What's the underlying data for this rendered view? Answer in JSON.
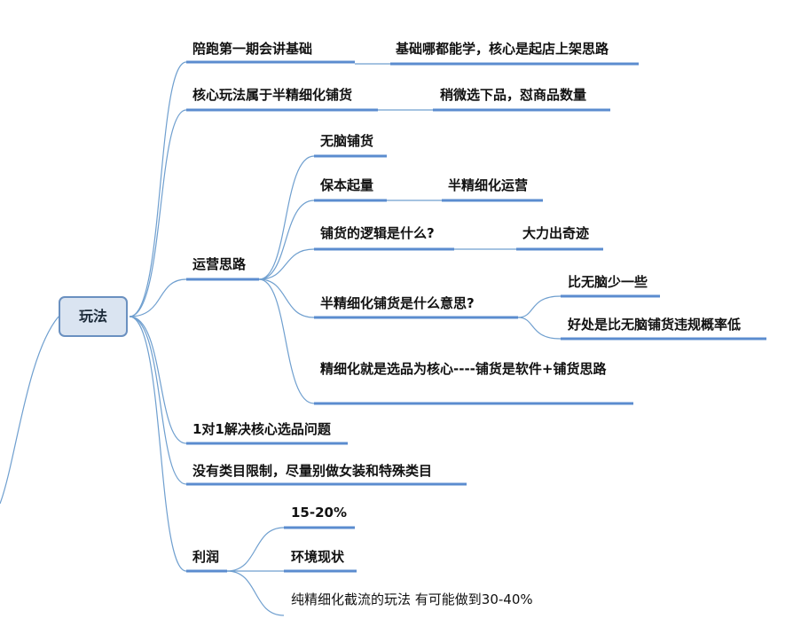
{
  "colors": {
    "branch_line": "#6f9fcf",
    "underline": "#5b8ccf",
    "root_fill": "#dae4f1",
    "root_border": "#6a90c0",
    "text": "#111111"
  },
  "mindmap": {
    "root": "玩法",
    "branches": [
      {
        "label": "陪跑第一期会讲基础",
        "children": [
          {
            "label": "基础哪都能学，核心是起店上架思路"
          }
        ]
      },
      {
        "label": "核心玩法属于半精细化铺货",
        "children": [
          {
            "label": "稍微选下品，怼商品数量"
          }
        ]
      },
      {
        "label": "运营思路",
        "children": [
          {
            "label": "无脑铺货"
          },
          {
            "label": "保本起量",
            "children": [
              {
                "label": "半精细化运营"
              }
            ]
          },
          {
            "label": "铺货的逻辑是什么?",
            "children": [
              {
                "label": "大力出奇迹"
              }
            ]
          },
          {
            "label": "半精细化铺货是什么意思?",
            "children": [
              {
                "label": "比无脑少一些"
              },
              {
                "label": "好处是比无脑铺货违规概率低"
              }
            ]
          },
          {
            "label": "精细化就是选品为核心----铺货是软件+铺货思路"
          }
        ]
      },
      {
        "label": "1对1解决核心选品问题"
      },
      {
        "label": "没有类目限制，尽量别做女装和特殊类目"
      },
      {
        "label": "利润",
        "children": [
          {
            "label": "15-20%"
          },
          {
            "label": "环境现状"
          },
          {
            "label": "纯精细化截流的玩法 有可能做到30-40%"
          }
        ]
      }
    ]
  }
}
